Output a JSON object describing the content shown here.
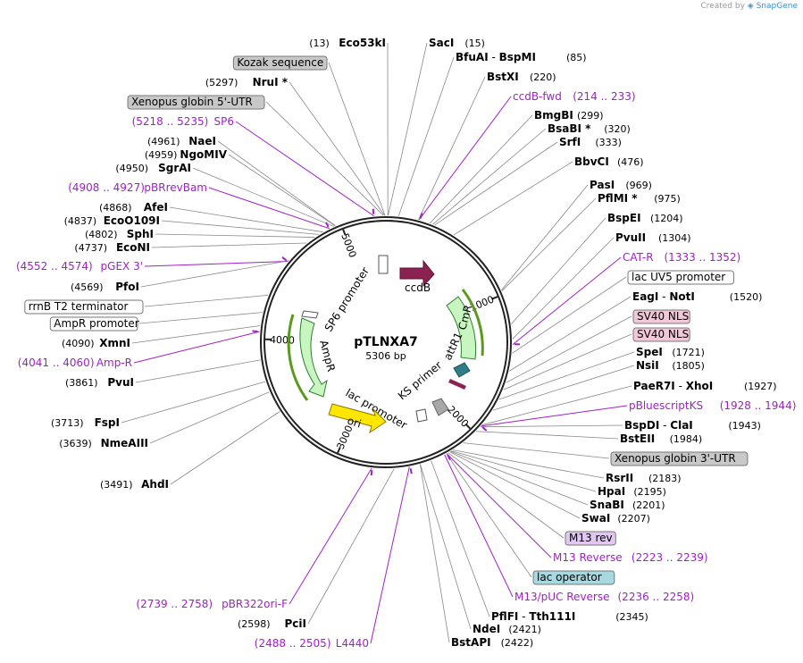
{
  "credit": {
    "prefix": "Created by",
    "brand": "SnapGene"
  },
  "plasmid": {
    "name": "pTLNXA7",
    "length": "5306 bp"
  },
  "ticks": [
    "1000",
    "2000",
    "3000",
    "4000",
    "5000"
  ],
  "features": {
    "ccdB": "ccdB",
    "CmR": "CmR",
    "attR1": "attR1",
    "KS_primer": "KS primer",
    "lac_promoter": "lac promoter",
    "ori": "ori",
    "AmpR": "AmpR",
    "SP6_promoter": "SP6 promoter"
  },
  "labels": [
    {
      "name": "Eco53kI",
      "pos": "(13)",
      "kind": "site"
    },
    {
      "name": "SacI",
      "pos": "(15)",
      "kind": "site"
    },
    {
      "name": "Kozak sequence",
      "pos": "",
      "kind": "box-gray"
    },
    {
      "name": "BfuAI",
      "name2": "BspMI",
      "pos": "(85)",
      "kind": "site"
    },
    {
      "name": "NruI *",
      "pos": "(5297)",
      "kind": "site"
    },
    {
      "name": "BstXI",
      "pos": "(220)",
      "kind": "site"
    },
    {
      "name": "Xenopus globin 5'-UTR",
      "pos": "",
      "kind": "box-gray"
    },
    {
      "name": "ccdB-fwd",
      "pos": "(214 .. 233)",
      "kind": "primer"
    },
    {
      "name": "SP6",
      "pos": "(5218 .. 5235)",
      "kind": "primer"
    },
    {
      "name": "BmgBI",
      "pos": "(299)",
      "kind": "site"
    },
    {
      "name": "BsaBI *",
      "pos": "(320)",
      "kind": "site"
    },
    {
      "name": "NaeI",
      "pos": "(4961)",
      "kind": "site"
    },
    {
      "name": "SrfI",
      "pos": "(333)",
      "kind": "site"
    },
    {
      "name": "NgoMIV",
      "pos": "(4959)",
      "kind": "site"
    },
    {
      "name": "SgrAI",
      "pos": "(4950)",
      "kind": "site"
    },
    {
      "name": "BbvCI",
      "pos": "(476)",
      "kind": "site"
    },
    {
      "name": "pBRrevBam",
      "pos": "(4908 .. 4927)",
      "kind": "primer"
    },
    {
      "name": "PasI",
      "pos": "(969)",
      "kind": "site"
    },
    {
      "name": "PflMI *",
      "pos": "(975)",
      "kind": "site"
    },
    {
      "name": "AfeI",
      "pos": "(4868)",
      "kind": "site"
    },
    {
      "name": "BspEI",
      "pos": "(1204)",
      "kind": "site"
    },
    {
      "name": "EcoO109I",
      "pos": "(4837)",
      "kind": "site"
    },
    {
      "name": "SphI",
      "pos": "(4802)",
      "kind": "site"
    },
    {
      "name": "PvuII",
      "pos": "(1304)",
      "kind": "site"
    },
    {
      "name": "EcoNI",
      "pos": "(4737)",
      "kind": "site"
    },
    {
      "name": "CAT-R",
      "pos": "(1333 .. 1352)",
      "kind": "primer"
    },
    {
      "name": "pGEX 3'",
      "pos": "(4552 .. 4574)",
      "kind": "primer"
    },
    {
      "name": "lac UV5 promoter",
      "pos": "",
      "kind": "box-white"
    },
    {
      "name": "PfoI",
      "pos": "(4569)",
      "kind": "site"
    },
    {
      "name": "EagI",
      "name2": "NotI",
      "pos": "(1520)",
      "kind": "site"
    },
    {
      "name": "rrnB T2 terminator",
      "pos": "",
      "kind": "box-white"
    },
    {
      "name": "SV40 NLS",
      "pos": "",
      "kind": "box-pink"
    },
    {
      "name": "AmpR promoter",
      "pos": "",
      "kind": "box-white"
    },
    {
      "name": "SV40 NLS",
      "pos": "",
      "kind": "box-pink"
    },
    {
      "name": "XmnI",
      "pos": "(4090)",
      "kind": "site"
    },
    {
      "name": "SpeI",
      "pos": "(1721)",
      "kind": "site"
    },
    {
      "name": "Amp-R",
      "pos": "(4041 .. 4060)",
      "kind": "primer"
    },
    {
      "name": "NsiI",
      "pos": "(1805)",
      "kind": "site"
    },
    {
      "name": "PaeR7I",
      "name2": "XhoI",
      "pos": "(1927)",
      "kind": "site"
    },
    {
      "name": "PvuI",
      "pos": "(3861)",
      "kind": "site"
    },
    {
      "name": "pBluescriptKS",
      "pos": "(1928 .. 1944)",
      "kind": "primer"
    },
    {
      "name": "FspI",
      "pos": "(3713)",
      "kind": "site"
    },
    {
      "name": "BspDI",
      "name2": "ClaI",
      "pos": "(1943)",
      "kind": "site"
    },
    {
      "name": "BstEII",
      "pos": "(1984)",
      "kind": "site"
    },
    {
      "name": "NmeAIII",
      "pos": "(3639)",
      "kind": "site"
    },
    {
      "name": "Xenopus globin 3'-UTR",
      "pos": "",
      "kind": "box-gray"
    },
    {
      "name": "RsrII",
      "pos": "(2183)",
      "kind": "site"
    },
    {
      "name": "AhdI",
      "pos": "(3491)",
      "kind": "site"
    },
    {
      "name": "HpaI",
      "pos": "(2195)",
      "kind": "site"
    },
    {
      "name": "SnaBI",
      "pos": "(2201)",
      "kind": "site"
    },
    {
      "name": "SwaI",
      "pos": "(2207)",
      "kind": "site"
    },
    {
      "name": "M13 rev",
      "pos": "",
      "kind": "box-violet"
    },
    {
      "name": "M13 Reverse",
      "pos": "(2223 .. 2239)",
      "kind": "primer"
    },
    {
      "name": "lac operator",
      "pos": "",
      "kind": "box-teal"
    },
    {
      "name": "M13/pUC Reverse",
      "pos": "(2236 .. 2258)",
      "kind": "primer"
    },
    {
      "name": "pBR322ori-F",
      "pos": "(2739 .. 2758)",
      "kind": "primer"
    },
    {
      "name": "PflFI",
      "name2": "Tth111I",
      "pos": "(2345)",
      "kind": "site"
    },
    {
      "name": "NdeI",
      "pos": "(2421)",
      "kind": "site"
    },
    {
      "name": "PciI",
      "pos": "(2598)",
      "kind": "site"
    },
    {
      "name": "BstAPI",
      "pos": "(2422)",
      "kind": "site"
    },
    {
      "name": "L4440",
      "pos": "(2488 .. 2505)",
      "kind": "primer"
    }
  ]
}
